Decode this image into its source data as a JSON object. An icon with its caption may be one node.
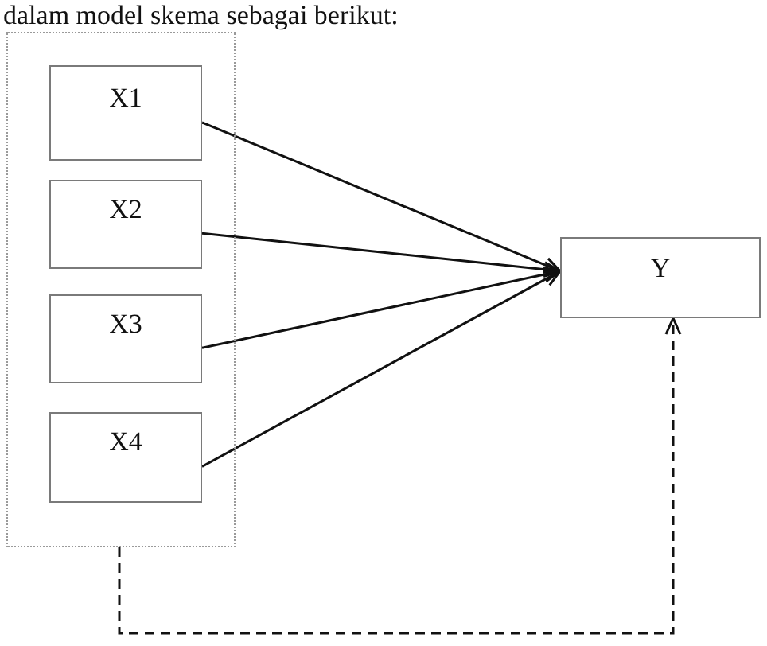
{
  "diagram": {
    "nodes": [
      {
        "text": [],
        "shape": "box"
      },
      {
        "text": [
          "X1"
        ],
        "in": 0
      },
      {
        "text": [
          "X2"
        ],
        "in": 0
      },
      {
        "text": [
          "X3"
        ],
        "in": 0
      },
      {
        "text": [
          "X4"
        ],
        "in": 0
      },
      {
        "text": [
          "Y"
        ]
      }
    ],
    "edges": [
      {
        "from": 1,
        "to": 5,
        "arrow": "to"
      },
      {
        "from": 2,
        "to": 5,
        "arrow": "to"
      },
      {
        "from": 3,
        "to": 5,
        "arrow": "to"
      },
      {
        "from": 4,
        "to": 5,
        "arrow": "to"
      },
      {
        "from": 0,
        "to": 5,
        "arrow": "to",
        "style": "dashed"
      }
    ],
    "labels": [
      "dalam model skema sebagai berikut:"
    ]
  }
}
